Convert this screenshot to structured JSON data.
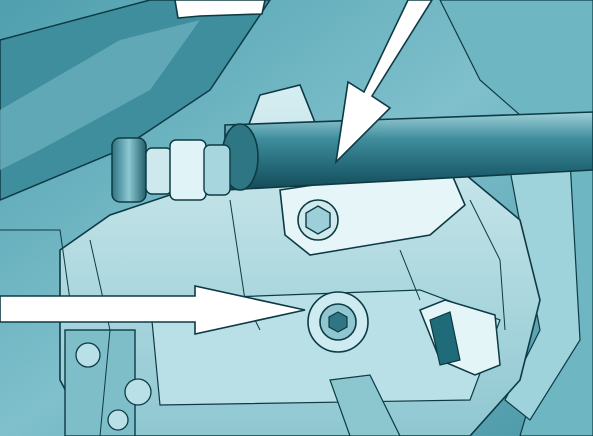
{
  "palette": {
    "tint_dark": "#1f6b7a",
    "tint_mid": "#5aa6b4",
    "tint_light": "#a7d5dd",
    "highlight": "#e6f5f7",
    "arrow_fill": "#ffffff",
    "outline": "#0d3a44"
  },
  "callouts": [
    {
      "name": "upper-left-arrow",
      "points_to": "pipe"
    },
    {
      "name": "upper-right-arrow",
      "points_to": "pipe-clamp"
    },
    {
      "name": "lower-left-arrow",
      "points_to": "drain-plug"
    }
  ]
}
